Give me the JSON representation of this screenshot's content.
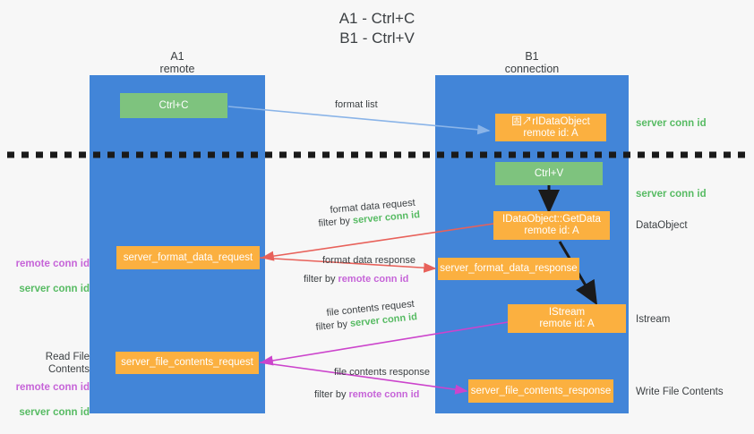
{
  "title": "A1 - Ctrl+C\nB1 - Ctrl+V",
  "columns": {
    "left": {
      "name": "A1",
      "role": "remote",
      "label": "A1\nremote"
    },
    "right": {
      "name": "B1",
      "role": "connection",
      "label": "B1\nconnection"
    }
  },
  "boxes": {
    "ctrl_c": {
      "label": "Ctrl+C",
      "color": "#7ec37e"
    },
    "format_list_object": {
      "line1": "固↗rIDataObject",
      "line2": "remote id: A",
      "color": "#fbb040"
    },
    "ctrl_v": {
      "label": "Ctrl+V",
      "color": "#7ec37e"
    },
    "get_data": {
      "line1": "IDataObject::GetData",
      "line2": "remote id: A",
      "color": "#fbb040"
    },
    "server_format_data_request": {
      "label": "server_format_data_request",
      "color": "#fbb040"
    },
    "server_format_data_response": {
      "label": "server_format_data_response",
      "color": "#fbb040"
    },
    "istream": {
      "line1": "IStream",
      "line2": "remote id: A",
      "color": "#fbb040"
    },
    "server_file_contents_request": {
      "label": "server_file_contents_request",
      "color": "#fbb040"
    },
    "server_file_contents_response": {
      "label": "server_file_contents_response",
      "color": "#fbb040"
    }
  },
  "captions": {
    "format_list": "format list",
    "format_data_request": "format data request",
    "format_data_request_filter_prefix": "filter by ",
    "format_data_request_filter_value": "server conn id",
    "format_data_response": "format data response",
    "format_data_response_filter_prefix": "filter by ",
    "format_data_response_filter_value": "remote conn id",
    "file_contents_request": "file contents request",
    "file_contents_request_filter_prefix": "filter by ",
    "file_contents_request_filter_value": "server conn id",
    "file_contents_response": "file contents response",
    "file_contents_response_filter_prefix": "filter by ",
    "file_contents_response_filter_value": "remote conn id"
  },
  "side_labels": {
    "right": {
      "server_conn_id_top": "server conn id",
      "server_conn_id_second": "server conn id",
      "dataobject": "DataObject",
      "istream": "Istream",
      "write_file_contents": "Write File Contents"
    },
    "left": {
      "remote_conn_id_1": "remote conn id",
      "server_conn_id_1": "server conn id",
      "read_file_contents": "Read File Contents",
      "remote_conn_id_2": "remote conn id",
      "server_conn_id_2": "server conn id"
    }
  },
  "colors": {
    "background": "#f7f7f7",
    "lane": "#4285d8",
    "green_box": "#7ec37e",
    "orange_box": "#fbb040",
    "green_text": "#57bb63",
    "purple_text": "#c664d8",
    "arrow_blue": "#8ab4e8",
    "arrow_red": "#e8615a",
    "arrow_magenta": "#cc44cc",
    "arrow_black": "#1a1a1a",
    "divider": "#1a1a1a"
  }
}
